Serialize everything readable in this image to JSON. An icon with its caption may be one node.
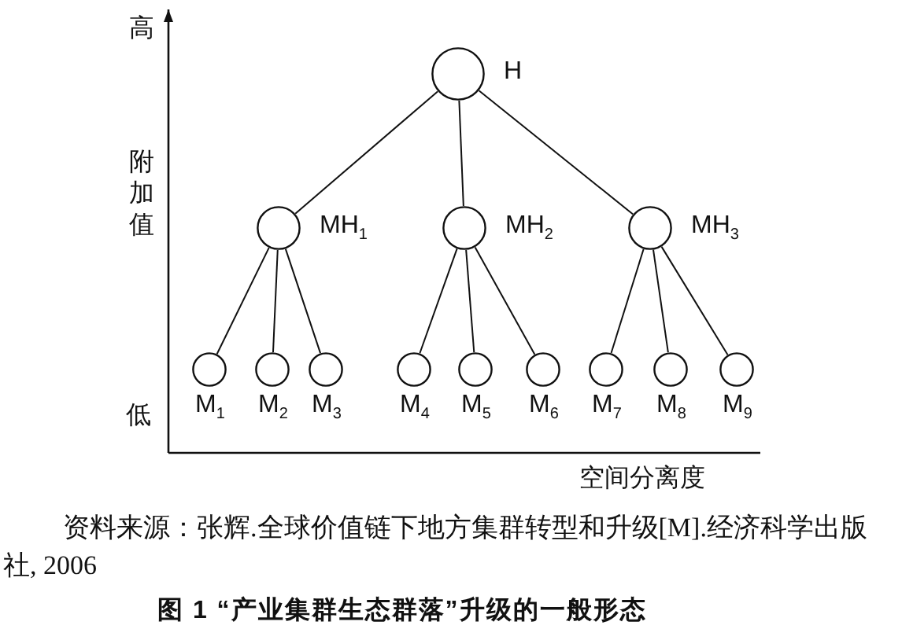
{
  "diagram": {
    "caption": "图 1 “产业集群生态群落”升级的一般形态",
    "nodes": [
      {
        "text": [],
        "shape": "circle",
        "beside": [
          "H"
        ]
      },
      {
        "text": [],
        "shape": "circle",
        "beside": [
          "MH$_{1}$"
        ]
      },
      {
        "text": [],
        "shape": "circle",
        "beside": [
          "MH$_{2}$"
        ]
      },
      {
        "text": [],
        "shape": "circle",
        "beside": [
          "MH$_{3}$"
        ]
      },
      {
        "text": [],
        "shape": "circle",
        "beside": [
          "M$_{1}$"
        ]
      },
      {
        "text": [],
        "shape": "circle",
        "beside": [
          "M$_{2}$"
        ]
      },
      {
        "text": [],
        "shape": "circle",
        "beside": [
          "M$_{3}$"
        ]
      },
      {
        "text": [],
        "shape": "circle",
        "beside": [
          "M$_{4}$"
        ]
      },
      {
        "text": [],
        "shape": "circle",
        "beside": [
          "M$_{5}$"
        ]
      },
      {
        "text": [],
        "shape": "circle",
        "beside": [
          "M$_{6}$"
        ]
      },
      {
        "text": [],
        "shape": "circle",
        "beside": [
          "M$_{7}$"
        ]
      },
      {
        "text": [],
        "shape": "circle",
        "beside": [
          "M$_{8}$"
        ]
      },
      {
        "text": [],
        "shape": "circle",
        "beside": [
          "M$_{9}$"
        ]
      }
    ],
    "edges": [
      {
        "from": 0,
        "to": 1,
        "arrow": "none"
      },
      {
        "from": 0,
        "to": 2,
        "arrow": "none"
      },
      {
        "from": 0,
        "to": 3,
        "arrow": "none"
      },
      {
        "from": 1,
        "to": 4,
        "arrow": "none"
      },
      {
        "from": 1,
        "to": 5,
        "arrow": "none"
      },
      {
        "from": 1,
        "to": 6,
        "arrow": "none"
      },
      {
        "from": 2,
        "to": 7,
        "arrow": "none"
      },
      {
        "from": 2,
        "to": 8,
        "arrow": "none"
      },
      {
        "from": 2,
        "to": 9,
        "arrow": "none"
      },
      {
        "from": 3,
        "to": 10,
        "arrow": "none"
      },
      {
        "from": 3,
        "to": 11,
        "arrow": "none"
      },
      {
        "from": 3,
        "to": 12,
        "arrow": "none"
      }
    ],
    "labels": [
      "高",
      "附加值",
      "低",
      "空间分离度",
      "资料来源：张辉.全球价值链下地方集群转型和升级[M].经济科学出版社, 2006"
    ]
  }
}
